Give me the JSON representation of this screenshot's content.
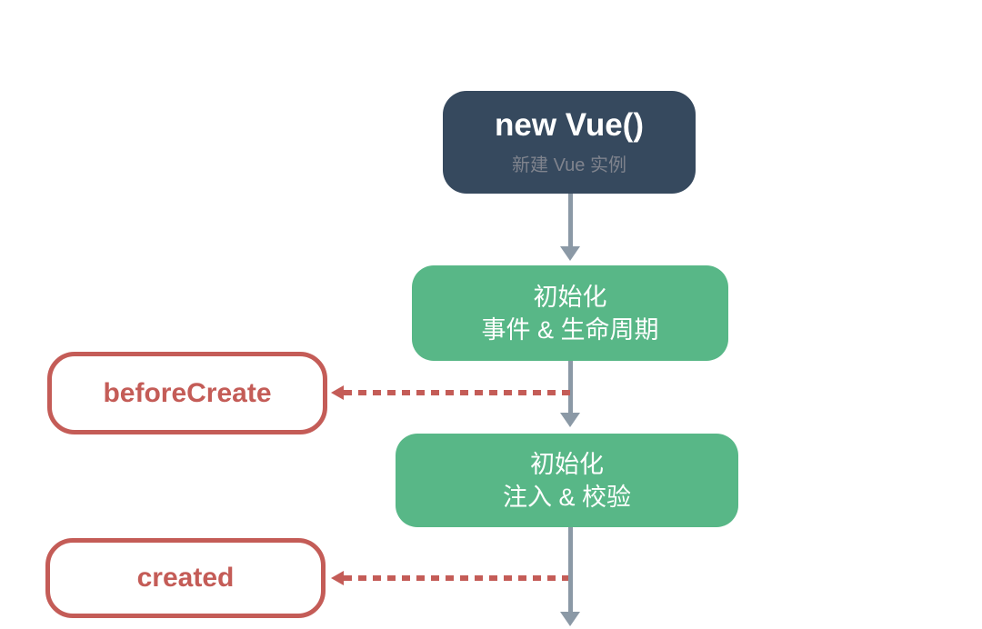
{
  "colors": {
    "bg": "#ffffff",
    "navy": "#36495e",
    "green": "#58b787",
    "red": "#c45c57",
    "arrow": "#8b99a6",
    "subtitle": "#7f838d"
  },
  "diagram": {
    "root": {
      "title": "new Vue()",
      "subtitle": "新建 Vue 实例"
    },
    "steps": [
      {
        "id": "init-events-lifecycle",
        "lines": [
          "初始化",
          "事件 & 生命周期"
        ]
      },
      {
        "id": "init-injections-validation",
        "lines": [
          "初始化",
          "注入 & 校验"
        ]
      }
    ],
    "hooks": [
      {
        "id": "beforeCreate",
        "label": "beforeCreate"
      },
      {
        "id": "created",
        "label": "created"
      }
    ]
  }
}
